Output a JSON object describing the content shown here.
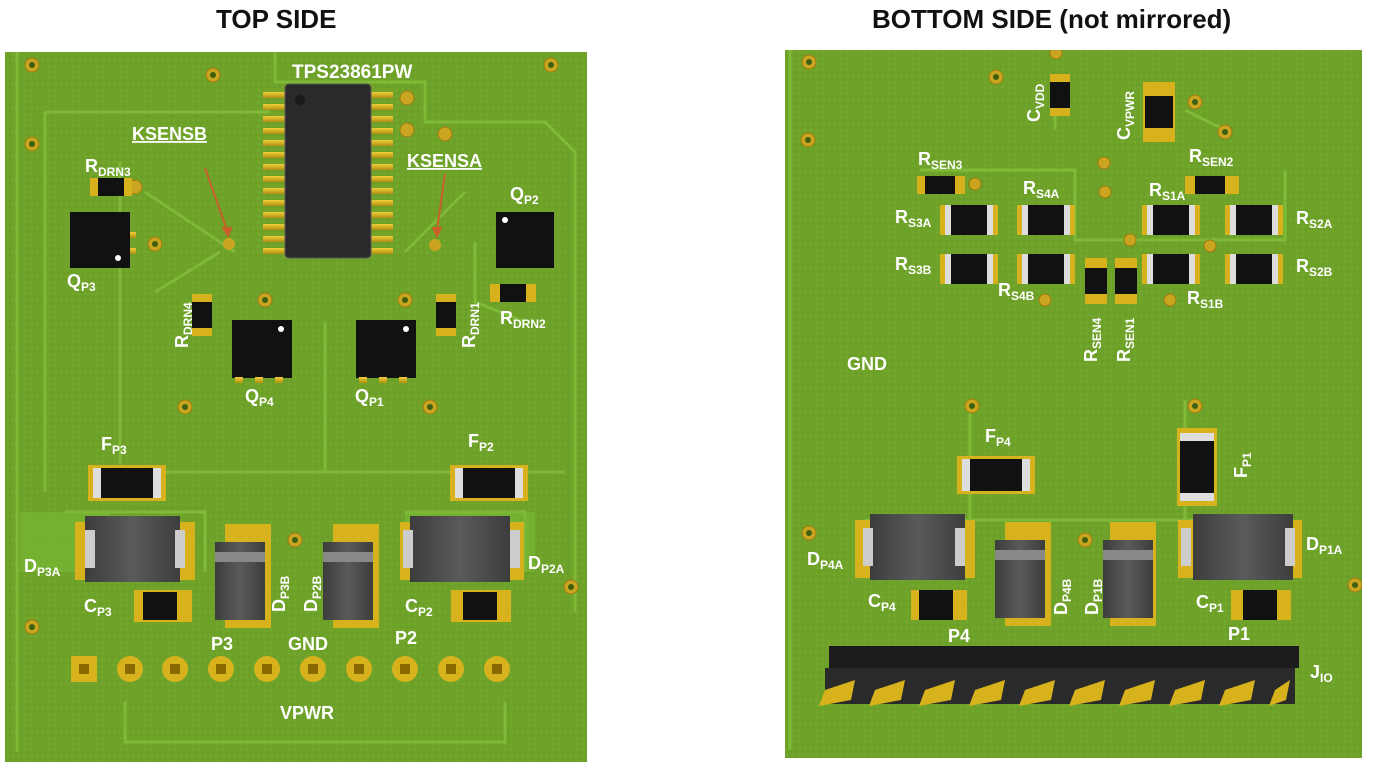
{
  "titles": {
    "top": "TOP SIDE",
    "bottom": "BOTTOM SIDE (not mirrored)"
  },
  "colors": {
    "board": "#6fa52a",
    "board_dark": "#5d8f22",
    "copper": "#7cb735",
    "pad_gold": "#d7b21c",
    "component_black": "#111111",
    "diode_gray": "#4c4c4c"
  },
  "top": {
    "ic": "TPS23861PW",
    "ksensb": "KSENSB",
    "ksensa": "KSENSA",
    "gnd": "GND",
    "vpwr": "VPWR",
    "p3": "P3",
    "p2": "P2",
    "labels": {
      "rdrn3": {
        "main": "R",
        "sub": "DRN3"
      },
      "qp3": {
        "main": "Q",
        "sub": "P3"
      },
      "qp2": {
        "main": "Q",
        "sub": "P2"
      },
      "rdrn4": {
        "main": "R",
        "sub": "DRN4"
      },
      "rdrn1": {
        "main": "R",
        "sub": "DRN1"
      },
      "rdrn2": {
        "main": "R",
        "sub": "DRN2"
      },
      "qp4": {
        "main": "Q",
        "sub": "P4"
      },
      "qp1": {
        "main": "Q",
        "sub": "P1"
      },
      "fp3": {
        "main": "F",
        "sub": "P3"
      },
      "fp2": {
        "main": "F",
        "sub": "P2"
      },
      "dp3a": {
        "main": "D",
        "sub": "P3A"
      },
      "dp2a": {
        "main": "D",
        "sub": "P2A"
      },
      "dp3b": {
        "main": "D",
        "sub": "P3B"
      },
      "dp2b": {
        "main": "D",
        "sub": "P2B"
      },
      "cp3": {
        "main": "C",
        "sub": "P3"
      },
      "cp2": {
        "main": "C",
        "sub": "P2"
      }
    }
  },
  "bottom": {
    "gnd": "GND",
    "p4": "P4",
    "p1": "P1",
    "labels": {
      "cvdd": {
        "main": "C",
        "sub": "VDD"
      },
      "cvpwr": {
        "main": "C",
        "sub": "VPWR"
      },
      "rsen3": {
        "main": "R",
        "sub": "SEN3"
      },
      "rsen2": {
        "main": "R",
        "sub": "SEN2"
      },
      "rs4a": {
        "main": "R",
        "sub": "S4A"
      },
      "rs1a": {
        "main": "R",
        "sub": "S1A"
      },
      "rs3a": {
        "main": "R",
        "sub": "S3A"
      },
      "rs2a": {
        "main": "R",
        "sub": "S2A"
      },
      "rs3b": {
        "main": "R",
        "sub": "S3B"
      },
      "rs2b": {
        "main": "R",
        "sub": "S2B"
      },
      "rs4b": {
        "main": "R",
        "sub": "S4B"
      },
      "rs1b": {
        "main": "R",
        "sub": "S1B"
      },
      "rsen4": {
        "main": "R",
        "sub": "SEN4"
      },
      "rsen1": {
        "main": "R",
        "sub": "SEN1"
      },
      "fp4": {
        "main": "F",
        "sub": "P4"
      },
      "fp1": {
        "main": "F",
        "sub": "P1"
      },
      "dp4a": {
        "main": "D",
        "sub": "P4A"
      },
      "dp1a": {
        "main": "D",
        "sub": "P1A"
      },
      "dp4b": {
        "main": "D",
        "sub": "P4B"
      },
      "dp1b": {
        "main": "D",
        "sub": "P1B"
      },
      "cp4": {
        "main": "C",
        "sub": "P4"
      },
      "cp1": {
        "main": "C",
        "sub": "P1"
      },
      "jio": {
        "main": "J",
        "sub": "IO"
      }
    }
  }
}
